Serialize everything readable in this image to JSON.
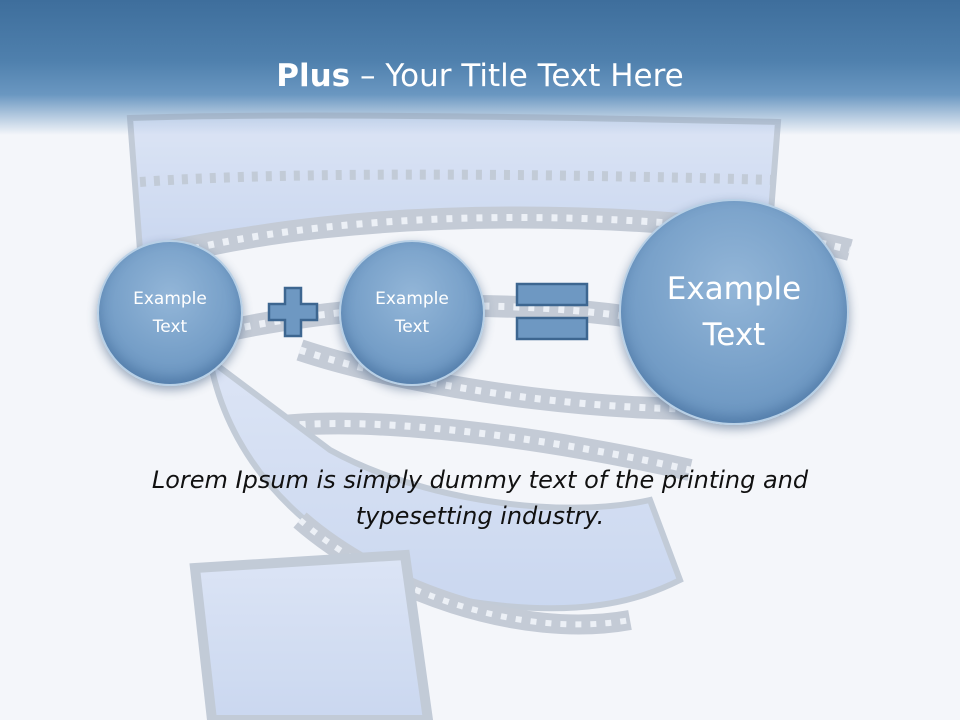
{
  "slide": {
    "title_bold": "Plus",
    "title_rest": " – Your Title Text Here",
    "circles": [
      {
        "line1": "Example",
        "line2": "Text"
      },
      {
        "line1": "Example",
        "line2": "Text"
      },
      {
        "line1": "Example",
        "line2": "Text"
      }
    ],
    "body_text": "Lorem Ipsum is simply dummy text of the printing and typesetting industry."
  },
  "colors": {
    "header": "#4a7cab",
    "circle_fill": "#7aa3cb",
    "operator_fill": "#6e98c2",
    "operator_stroke": "#3d6690"
  }
}
